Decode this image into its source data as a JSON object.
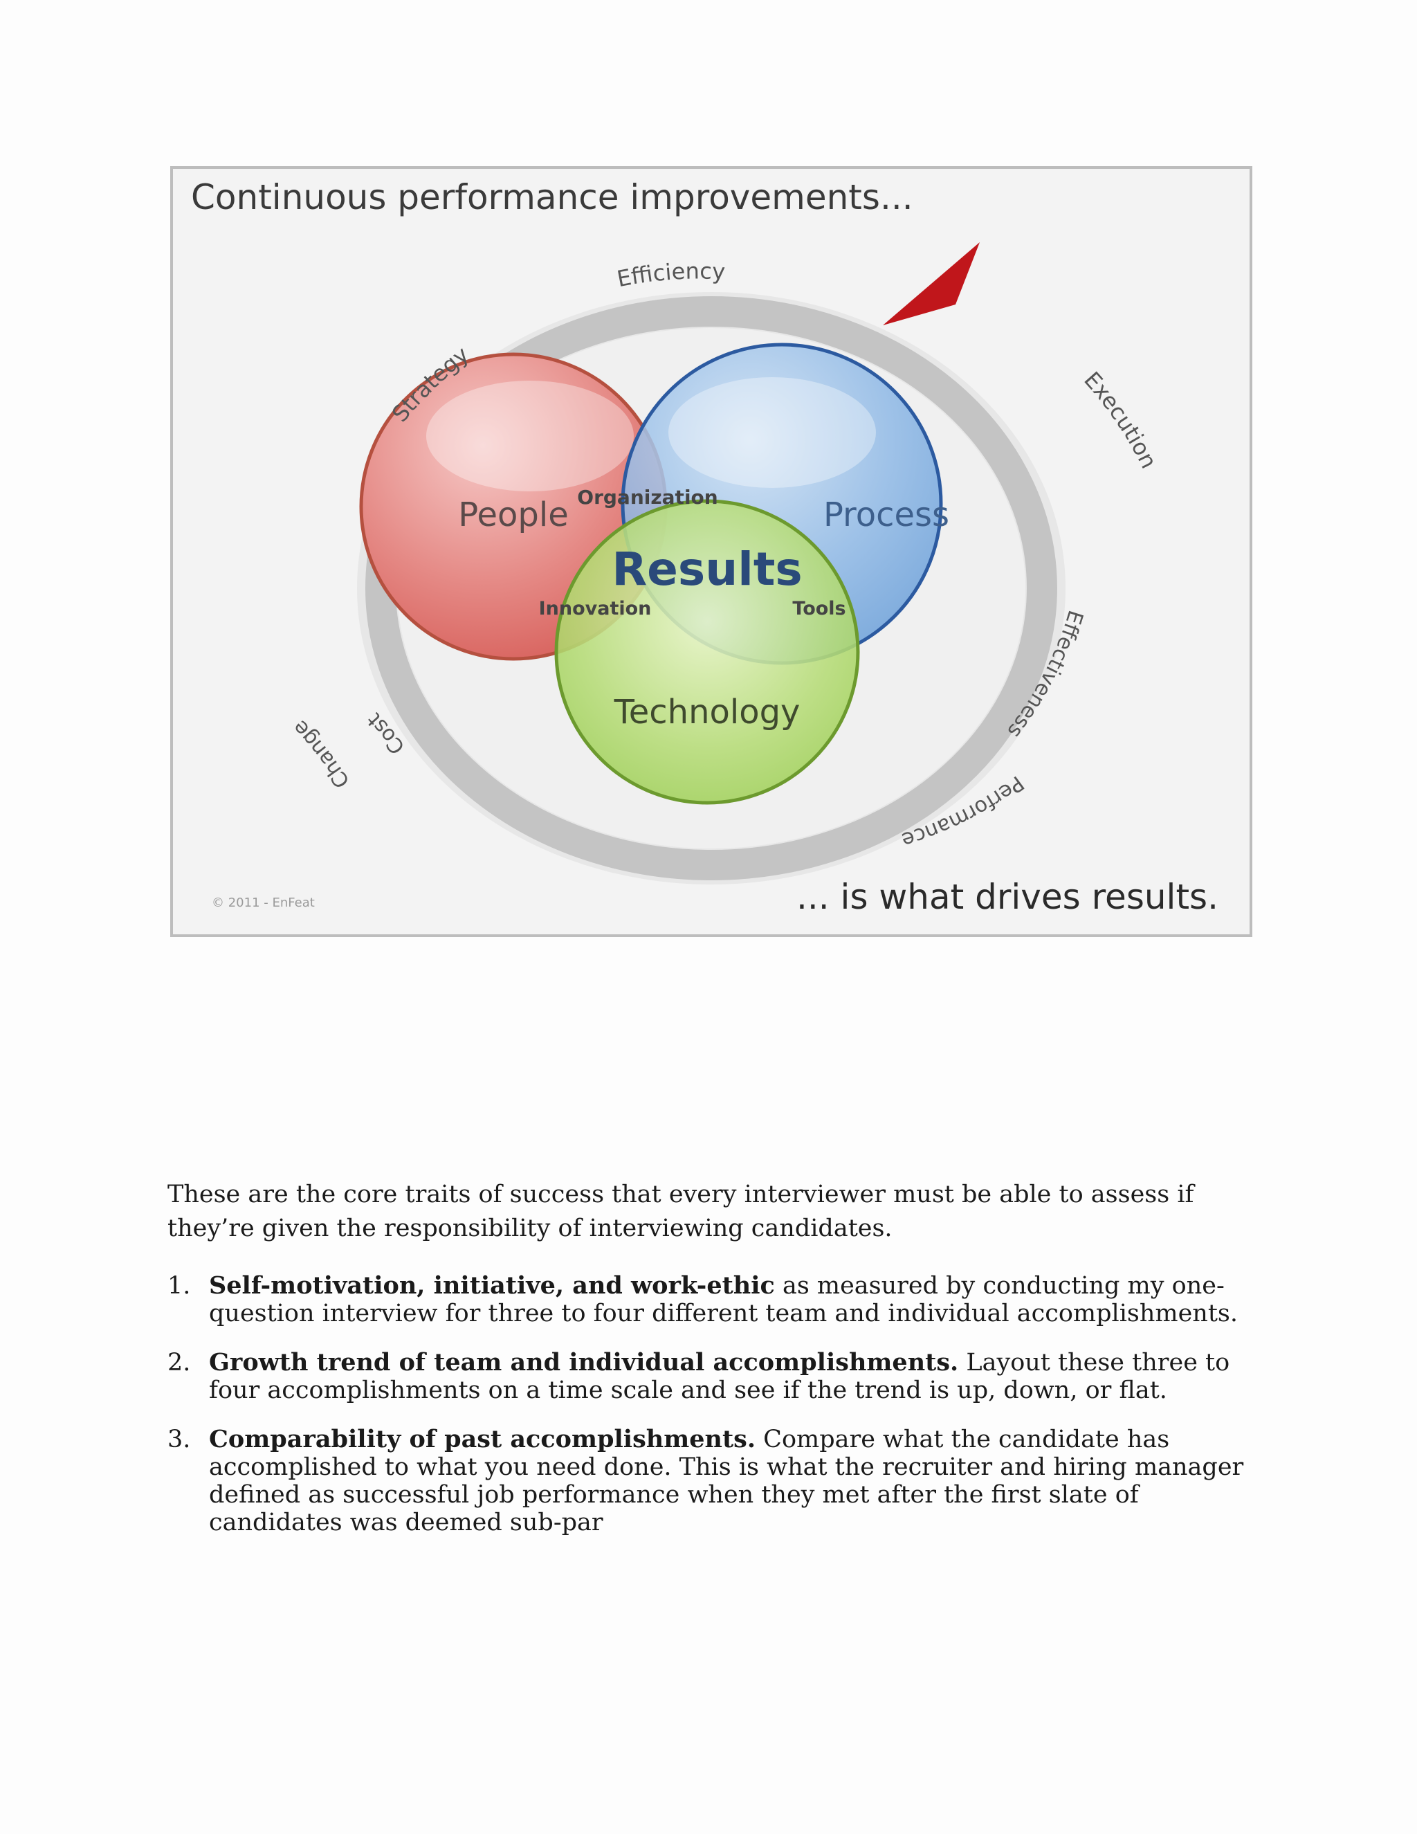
{
  "figure": {
    "title": "Continuous performance improvements...",
    "footer": "... is what drives results.",
    "copyright": "© 2011 - EnFeat",
    "ring_labels": {
      "strategy": "Strategy",
      "efficiency": "Efficiency",
      "execution": "Execution",
      "effectiveness": "Effectiveness",
      "performance": "Performance",
      "cost": "Cost",
      "change": "Change"
    },
    "circles": {
      "people": "People",
      "process": "Process",
      "technology": "Technology"
    },
    "overlaps": {
      "organization": "Organization",
      "innovation": "Innovation",
      "tools": "Tools",
      "center": "Results"
    }
  },
  "intro": "These are the core traits of success that every interviewer must be able to assess if they’re given the responsibility of interviewing candidates.",
  "traits": [
    {
      "number": "1.",
      "lead": "Self-motivation, initiative, and work-ethic",
      "text": " as measured by conducting my one-question interview for three to four different team and individual accomplishments."
    },
    {
      "number": "2.",
      "lead": "Growth trend of team and individual accomplishments.",
      "text": " Layout these three to four accomplishments on a time scale and see if the trend is up, down, or flat."
    },
    {
      "number": "3.",
      "lead": "Comparability of past accomplishments.",
      "text": " Compare what the candidate has accomplished to what you need done. This is what the recruiter and hiring manager defined as successful job performance when they met after the first slate of candidates was deemed sub-par"
    }
  ]
}
